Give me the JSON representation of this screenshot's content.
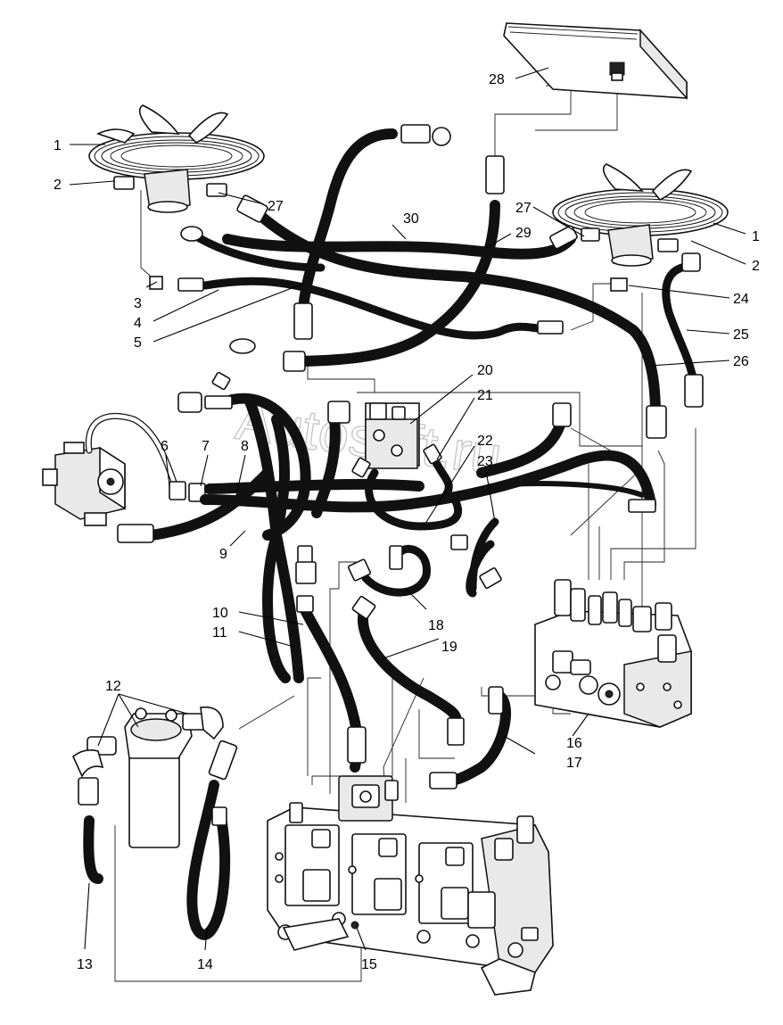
{
  "figure": {
    "watermark": "Autosoft.ru",
    "callouts": [
      "1",
      "2",
      "3",
      "4",
      "5",
      "6",
      "7",
      "8",
      "9",
      "10",
      "11",
      "12",
      "13",
      "14",
      "15",
      "16",
      "17",
      "18",
      "19",
      "20",
      "21",
      "22",
      "23",
      "24",
      "25",
      "26",
      "27",
      "28",
      "29",
      "30"
    ]
  }
}
